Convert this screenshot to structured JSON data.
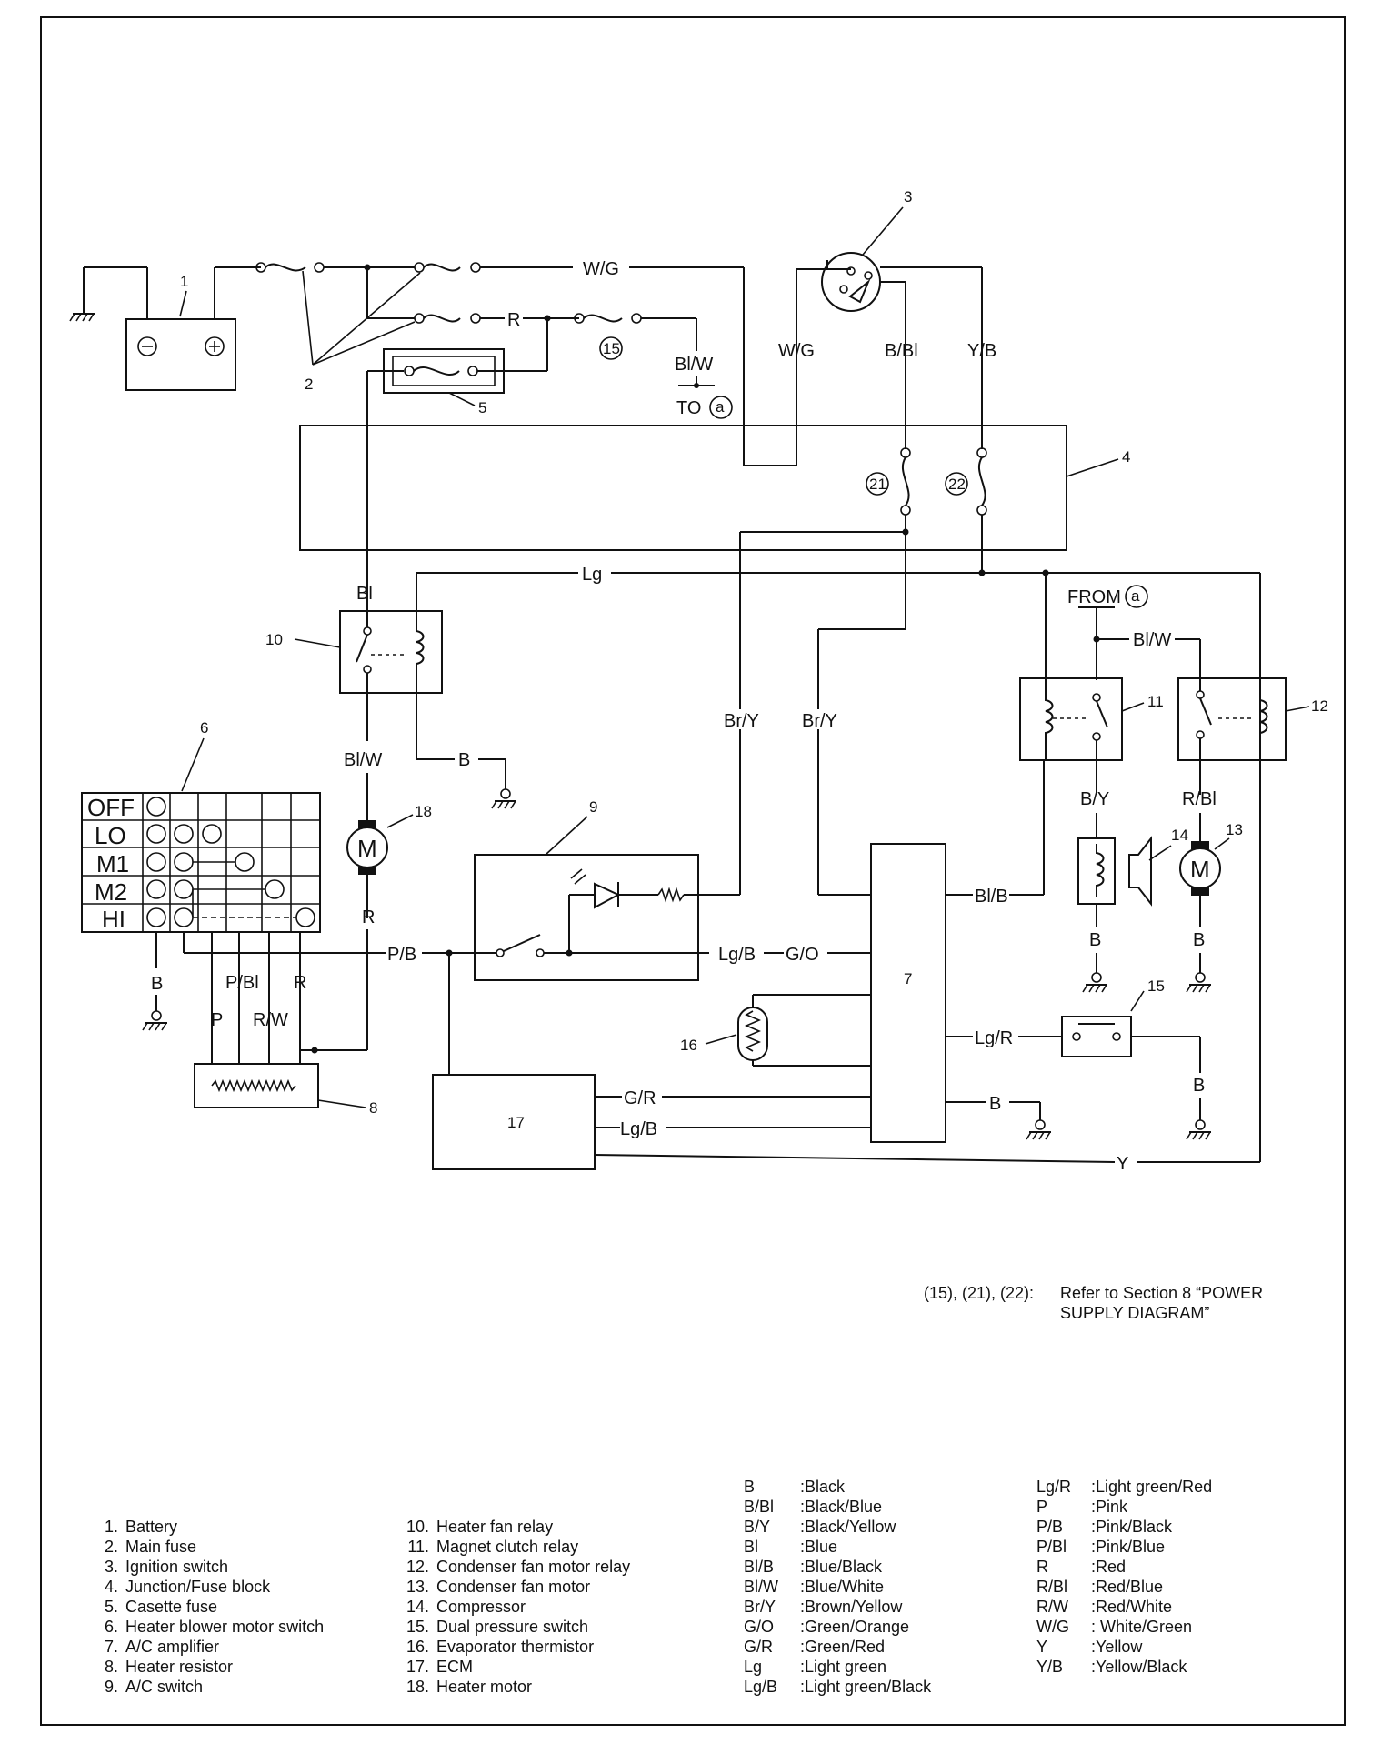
{
  "wire_labels": {
    "wg_top": "W/G",
    "r_top": "R",
    "blw_top": "Bl/W",
    "to_a": "TO",
    "circle_a": "a",
    "wg_ign": "W/G",
    "bbl": "B/Bl",
    "yb": "Y/B",
    "bl": "Bl",
    "lg": "Lg",
    "from_a": "FROM",
    "blw_mid": "Bl/W",
    "bry_1": "Br/Y",
    "bry_2": "Br/Y",
    "blw_18": "Bl/W",
    "b_10": "B",
    "r_18": "R",
    "by": "B/Y",
    "rbl": "R/Bl",
    "blb": "Bl/B",
    "pb": "P/B",
    "lgb_9": "Lg/B",
    "go": "G/O",
    "b_6": "B",
    "pbl": "P/Bl",
    "r_6": "R",
    "p": "P",
    "rw": "R/W",
    "b_14": "B",
    "b_13": "B",
    "lgr": "Lg/R",
    "gr": "G/R",
    "lgb_17": "Lg/B",
    "b_7": "B",
    "b_15": "B",
    "y": "Y",
    "fuse15": "15",
    "fuse21": "21",
    "fuse22": "22",
    "motor": "M"
  },
  "callouts": [
    "1",
    "2",
    "3",
    "4",
    "5",
    "6",
    "7",
    "8",
    "9",
    "10",
    "11",
    "12",
    "13",
    "14",
    "15",
    "16",
    "17",
    "18"
  ],
  "switch_positions": [
    "OFF",
    "LO",
    "M1",
    "M2",
    "HI"
  ],
  "note": {
    "refs": "(15), (21), (22):",
    "text_1": "Refer to Section 8 “POWER",
    "text_2": "SUPPLY DIAGRAM”"
  },
  "components": [
    {
      "n": "1.",
      "name": "Battery"
    },
    {
      "n": "2.",
      "name": "Main fuse"
    },
    {
      "n": "3.",
      "name": "Ignition switch"
    },
    {
      "n": "4.",
      "name": "Junction/Fuse block"
    },
    {
      "n": "5.",
      "name": "Casette fuse"
    },
    {
      "n": "6.",
      "name": "Heater blower motor switch"
    },
    {
      "n": "7.",
      "name": "A/C amplifier"
    },
    {
      "n": "8.",
      "name": "Heater resistor"
    },
    {
      "n": "9.",
      "name": "A/C switch"
    },
    {
      "n": "10.",
      "name": "Heater fan relay"
    },
    {
      "n": "11.",
      "name": "Magnet clutch relay"
    },
    {
      "n": "12.",
      "name": "Condenser fan motor relay"
    },
    {
      "n": "13.",
      "name": "Condenser fan motor"
    },
    {
      "n": "14.",
      "name": "Compressor"
    },
    {
      "n": "15.",
      "name": "Dual pressure switch"
    },
    {
      "n": "16.",
      "name": "Evaporator thermistor"
    },
    {
      "n": "17.",
      "name": "ECM"
    },
    {
      "n": "18.",
      "name": "Heater motor"
    }
  ],
  "colors_1": [
    {
      "code": "B",
      "name": ":Black"
    },
    {
      "code": "B/Bl",
      "name": ":Black/Blue"
    },
    {
      "code": "B/Y",
      "name": ":Black/Yellow"
    },
    {
      "code": "Bl",
      "name": ":Blue"
    },
    {
      "code": "Bl/B",
      "name": ":Blue/Black"
    },
    {
      "code": "Bl/W",
      "name": ":Blue/White"
    },
    {
      "code": "Br/Y",
      "name": ":Brown/Yellow"
    },
    {
      "code": "G/O",
      "name": ":Green/Orange"
    },
    {
      "code": "G/R",
      "name": ":Green/Red"
    },
    {
      "code": "Lg",
      "name": ":Light green"
    },
    {
      "code": "Lg/B",
      "name": ":Light green/Black"
    }
  ],
  "colors_2": [
    {
      "code": "Lg/R",
      "name": ":Light green/Red"
    },
    {
      "code": "P",
      "name": ":Pink"
    },
    {
      "code": "P/B",
      "name": ":Pink/Black"
    },
    {
      "code": "P/Bl",
      "name": ":Pink/Blue"
    },
    {
      "code": "R",
      "name": ":Red"
    },
    {
      "code": "R/Bl",
      "name": ":Red/Blue"
    },
    {
      "code": "R/W",
      "name": ":Red/White"
    },
    {
      "code": "W/G",
      "name": ": White/Green"
    },
    {
      "code": "Y",
      "name": ":Yellow"
    },
    {
      "code": "Y/B",
      "name": ":Yellow/Black"
    }
  ]
}
